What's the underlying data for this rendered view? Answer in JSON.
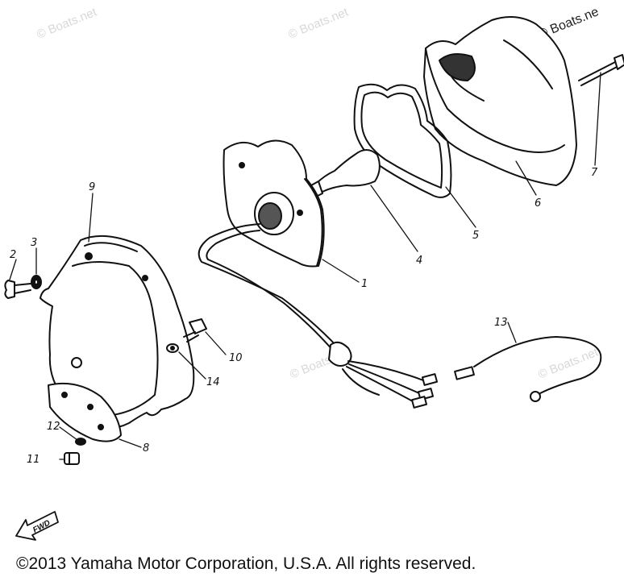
{
  "watermark": {
    "text": "© Boats.net",
    "text_strong": "© Boats.ne"
  },
  "callouts": {
    "c1": "1",
    "c2": "2",
    "c3": "3",
    "c4": "4",
    "c5": "5",
    "c6": "6",
    "c7": "7",
    "c8": "8",
    "c9": "9",
    "c10": "10",
    "c11": "11",
    "c12": "12",
    "c13": "13",
    "c14": "14"
  },
  "fwd_label": "FWD",
  "copyright": "©2013 Yamaha Motor Corporation, U.S.A. All rights reserved."
}
